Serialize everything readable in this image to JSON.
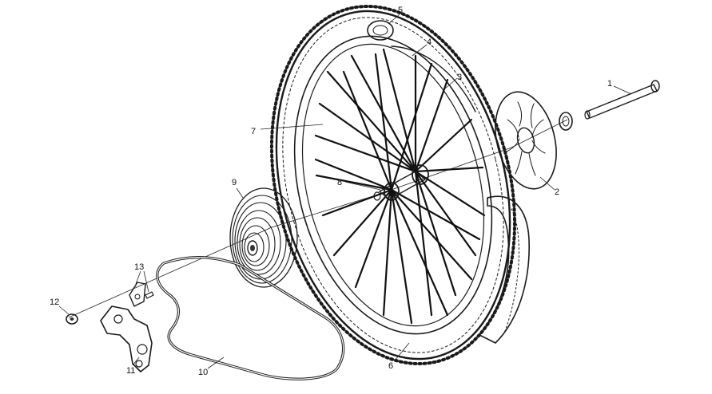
{
  "parts": [
    {
      "id": "axle",
      "number": "1"
    },
    {
      "id": "brake-disc",
      "number": "2"
    },
    {
      "id": "rim",
      "number": "3"
    },
    {
      "id": "rim-strip",
      "number": "4"
    },
    {
      "id": "inner-tube",
      "number": "5"
    },
    {
      "id": "tire",
      "number": "6"
    },
    {
      "id": "spokes",
      "number": "7"
    },
    {
      "id": "hub",
      "number": "8"
    },
    {
      "id": "cassette",
      "number": "9"
    },
    {
      "id": "chain",
      "number": "10"
    },
    {
      "id": "derailleur",
      "number": "11"
    },
    {
      "id": "derailleur-bolt",
      "number": "12"
    },
    {
      "id": "derailleur-hanger",
      "number": "13"
    }
  ]
}
